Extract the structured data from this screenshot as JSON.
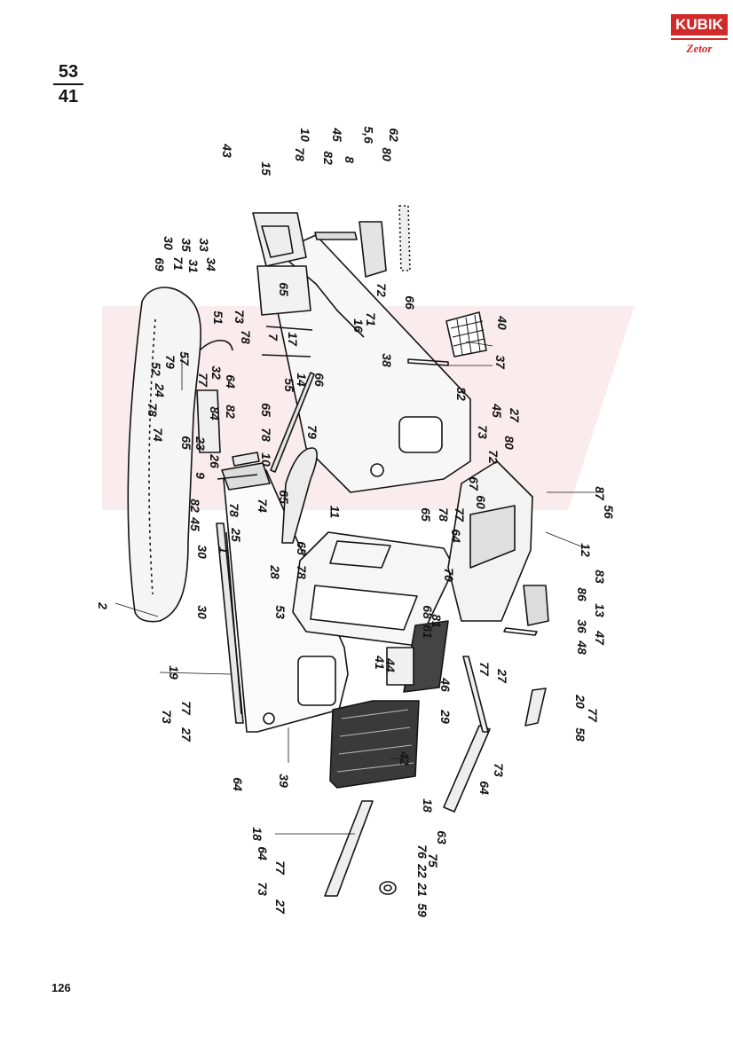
{
  "header": {
    "logo_top": "KUBIK",
    "logo_bottom": "Zetor",
    "section_numerator": "53",
    "section_denominator": "41"
  },
  "footer": {
    "page_number": "126"
  },
  "colors": {
    "ink": "#141414",
    "brand_red": "#d02a2a",
    "watermark": "#f2d4d4"
  },
  "callouts": [
    {
      "id": "c2",
      "label": "2"
    },
    {
      "id": "c30a",
      "label": "30"
    },
    {
      "id": "c30b",
      "label": "30"
    },
    {
      "id": "c19",
      "label": "19"
    },
    {
      "id": "c73a",
      "label": "73"
    },
    {
      "id": "c77a",
      "label": "77"
    },
    {
      "id": "c27a",
      "label": "27"
    },
    {
      "id": "c64a",
      "label": "64"
    },
    {
      "id": "c39",
      "label": "39"
    },
    {
      "id": "c42",
      "label": "42"
    },
    {
      "id": "c18a",
      "label": "18"
    },
    {
      "id": "c64b",
      "label": "64"
    },
    {
      "id": "c77b",
      "label": "77"
    },
    {
      "id": "c73b",
      "label": "73"
    },
    {
      "id": "c27b",
      "label": "27"
    },
    {
      "id": "c59",
      "label": "59"
    },
    {
      "id": "c21",
      "label": "21"
    },
    {
      "id": "c22",
      "label": "22"
    },
    {
      "id": "c75",
      "label": "75"
    },
    {
      "id": "c76",
      "label": "76"
    },
    {
      "id": "c63",
      "label": "63"
    },
    {
      "id": "c18b",
      "label": "18"
    },
    {
      "id": "c64c",
      "label": "64"
    },
    {
      "id": "c73c",
      "label": "73"
    },
    {
      "id": "c29",
      "label": "29"
    },
    {
      "id": "c77c",
      "label": "77"
    },
    {
      "id": "c27c",
      "label": "27"
    },
    {
      "id": "c20",
      "label": "20"
    },
    {
      "id": "c77d",
      "label": "77"
    },
    {
      "id": "c58",
      "label": "58"
    },
    {
      "id": "c46",
      "label": "46"
    },
    {
      "id": "c44",
      "label": "44"
    },
    {
      "id": "c41",
      "label": "41"
    },
    {
      "id": "c61",
      "label": "61"
    },
    {
      "id": "c81",
      "label": "81"
    },
    {
      "id": "c68",
      "label": "68"
    },
    {
      "id": "c70",
      "label": "70"
    },
    {
      "id": "c48",
      "label": "48"
    },
    {
      "id": "c47",
      "label": "47"
    },
    {
      "id": "c36",
      "label": "36"
    },
    {
      "id": "c13",
      "label": "13"
    },
    {
      "id": "c86",
      "label": "86"
    },
    {
      "id": "c83",
      "label": "83"
    },
    {
      "id": "c12",
      "label": "12"
    },
    {
      "id": "c56",
      "label": "56"
    },
    {
      "id": "c87",
      "label": "87"
    },
    {
      "id": "c53",
      "label": "53"
    },
    {
      "id": "c28",
      "label": "28"
    },
    {
      "id": "c78a",
      "label": "78"
    },
    {
      "id": "c65a",
      "label": "65"
    },
    {
      "id": "c11",
      "label": "11"
    },
    {
      "id": "c65b",
      "label": "65"
    },
    {
      "id": "c78b",
      "label": "78"
    },
    {
      "id": "c77e",
      "label": "77"
    },
    {
      "id": "c64d",
      "label": "64"
    },
    {
      "id": "c60",
      "label": "60"
    },
    {
      "id": "c67",
      "label": "67"
    },
    {
      "id": "c72a",
      "label": "72"
    },
    {
      "id": "c80a",
      "label": "80"
    },
    {
      "id": "c73d",
      "label": "73"
    },
    {
      "id": "c27d",
      "label": "27"
    },
    {
      "id": "c45a",
      "label": "45"
    },
    {
      "id": "c82a",
      "label": "82"
    },
    {
      "id": "c82b",
      "label": "82"
    },
    {
      "id": "c45b",
      "label": "45"
    },
    {
      "id": "c9",
      "label": "9"
    },
    {
      "id": "c1",
      "label": "1"
    },
    {
      "id": "c25",
      "label": "25"
    },
    {
      "id": "c78c",
      "label": "78"
    },
    {
      "id": "c65c",
      "label": "65"
    },
    {
      "id": "c74a",
      "label": "74"
    },
    {
      "id": "c26",
      "label": "26"
    },
    {
      "id": "c10a",
      "label": "10"
    },
    {
      "id": "c78d",
      "label": "78"
    },
    {
      "id": "c65d",
      "label": "65"
    },
    {
      "id": "c79a",
      "label": "79"
    },
    {
      "id": "c66a",
      "label": "66"
    },
    {
      "id": "c14",
      "label": "14"
    },
    {
      "id": "c55",
      "label": "55"
    },
    {
      "id": "c65e",
      "label": "65"
    },
    {
      "id": "c23",
      "label": "23"
    },
    {
      "id": "c74b",
      "label": "74"
    },
    {
      "id": "c78e",
      "label": "78"
    },
    {
      "id": "c24",
      "label": "24"
    },
    {
      "id": "c52",
      "label": "52"
    },
    {
      "id": "c79b",
      "label": "79"
    },
    {
      "id": "c84",
      "label": "84"
    },
    {
      "id": "c82c",
      "label": "82"
    },
    {
      "id": "c57",
      "label": "57"
    },
    {
      "id": "c77f",
      "label": "77"
    },
    {
      "id": "c32",
      "label": "32"
    },
    {
      "id": "c64e",
      "label": "64"
    },
    {
      "id": "c69",
      "label": "69"
    },
    {
      "id": "c71a",
      "label": "71"
    },
    {
      "id": "c31",
      "label": "31"
    },
    {
      "id": "c34",
      "label": "34"
    },
    {
      "id": "c30c",
      "label": "30"
    },
    {
      "id": "c35",
      "label": "35"
    },
    {
      "id": "c33",
      "label": "33"
    },
    {
      "id": "c51",
      "label": "51"
    },
    {
      "id": "c73e",
      "label": "73"
    },
    {
      "id": "c78f",
      "label": "78"
    },
    {
      "id": "c43",
      "label": "43"
    },
    {
      "id": "c15",
      "label": "15"
    },
    {
      "id": "c7",
      "label": "7"
    },
    {
      "id": "c65f",
      "label": "65"
    },
    {
      "id": "c17",
      "label": "17"
    },
    {
      "id": "c38",
      "label": "38"
    },
    {
      "id": "c16",
      "label": "16"
    },
    {
      "id": "c71b",
      "label": "71"
    },
    {
      "id": "c72b",
      "label": "72"
    },
    {
      "id": "c66b",
      "label": "66"
    },
    {
      "id": "c80b",
      "label": "80"
    },
    {
      "id": "c62",
      "label": "62"
    },
    {
      "id": "c56b",
      "label": "5,6"
    },
    {
      "id": "c8",
      "label": "8"
    },
    {
      "id": "c82d",
      "label": "82"
    },
    {
      "id": "c45c",
      "label": "45"
    },
    {
      "id": "c78g",
      "label": "78"
    },
    {
      "id": "c10b",
      "label": "10"
    },
    {
      "id": "c40",
      "label": "40"
    },
    {
      "id": "c37",
      "label": "37"
    }
  ]
}
